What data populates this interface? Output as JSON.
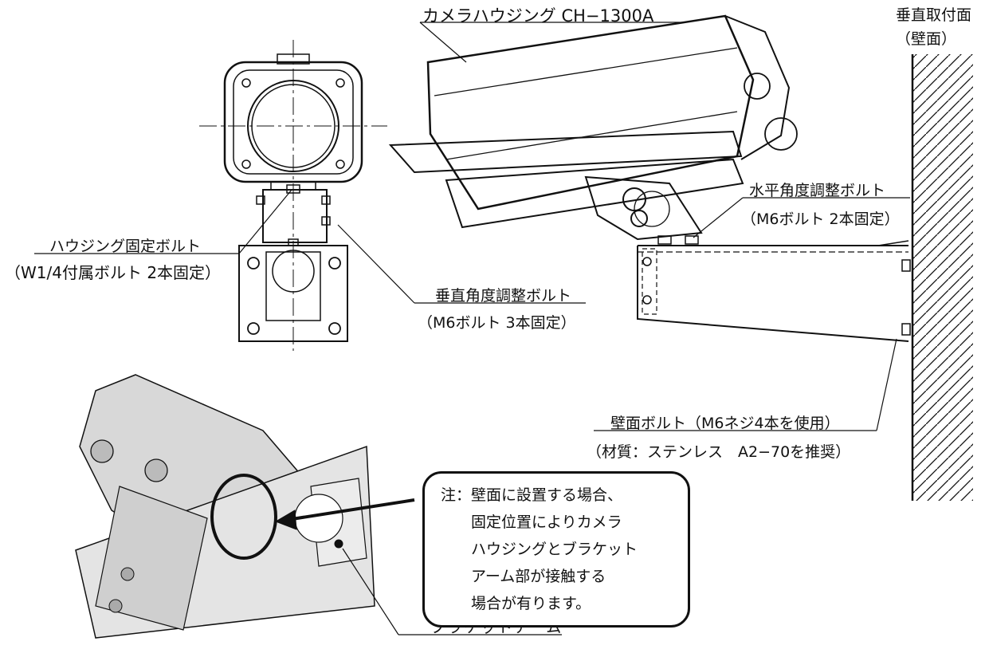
{
  "labels": {
    "camera_housing": "カメラハウジング CH−1300A",
    "mount_surface_1": "垂直取付面",
    "mount_surface_2": "（壁面）",
    "horizontal_bolt_1": "水平角度調整ボルト",
    "horizontal_bolt_2": "（M6ボルト 2本固定）",
    "housing_bolt_1": "ハウジング固定ボルト",
    "housing_bolt_2": "（W1/4付属ボルト 2本固定）",
    "vertical_bolt_1": "垂直角度調整ボルト",
    "vertical_bolt_2": "（M6ボルト 3本固定）",
    "wall_bolt_1": "壁面ボルト（M6ネジ4本を使用）",
    "wall_bolt_2": "（材質：ステンレス　A2−70を推奨）",
    "bracket_arm": "ブラケットアーム"
  },
  "note": {
    "line1": "注：壁面に設置する場合、",
    "line2": "固定位置によりカメラ",
    "line3": "ハウジングとブラケット",
    "line4": "アーム部が接触する",
    "line5": "場合が有ります。"
  },
  "colors": {
    "line": "#111111",
    "photo_fill": "#d8d8d8"
  }
}
